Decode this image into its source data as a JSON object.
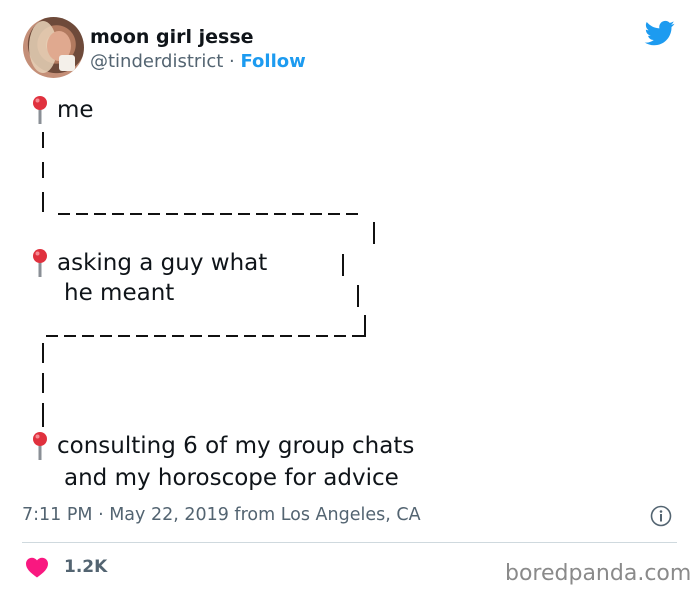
{
  "author": {
    "name": "moon girl jesse",
    "handle": "@tinderdistrict",
    "separator": "·",
    "follow_label": "Follow"
  },
  "tweet": {
    "lines": {
      "me": "me",
      "asking_1": "asking a guy what",
      "asking_2": "he meant",
      "consult_1": "consulting 6 of my group chats",
      "consult_2": "and my horoscope for advice"
    }
  },
  "meta": {
    "text": "7:11 PM · May 22, 2019 from Los Angeles, CA"
  },
  "engagement": {
    "likes": "1.2K"
  },
  "watermark": "boredpanda.com",
  "icons": {
    "bird": "twitter-bird-icon",
    "pin": "pushpin-icon",
    "info": "info-icon",
    "heart": "heart-icon"
  },
  "colors": {
    "accent": "#1d9bf0",
    "heart": "#f91880",
    "pin": "#e0313e",
    "muted": "#536471"
  }
}
